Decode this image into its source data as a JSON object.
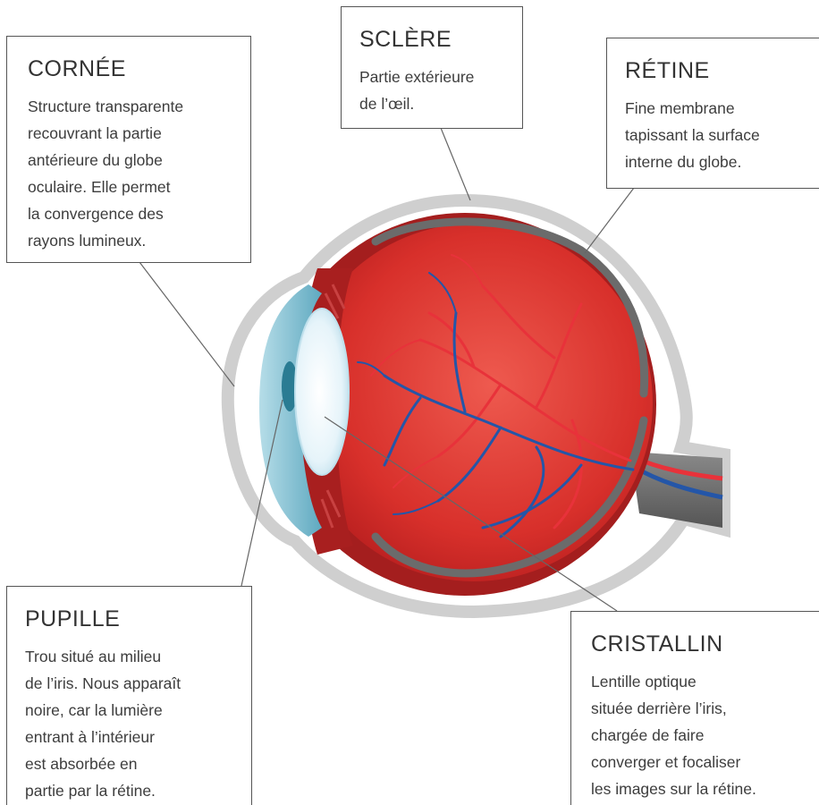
{
  "labels": {
    "cornee": {
      "title": "CORNÉE",
      "lines": [
        "Structure transparente",
        "recouvrant la partie",
        "antérieure du globe",
        "oculaire. Elle permet",
        "la convergence des",
        "rayons lumineux."
      ]
    },
    "sclere": {
      "title": "SCLÈRE",
      "lines": [
        "Partie extérieure",
        "de l’œil."
      ]
    },
    "retine": {
      "title": "RÉTINE",
      "lines": [
        "Fine membrane",
        "tapissant la surface",
        "interne du globe."
      ]
    },
    "pupille": {
      "title": "PUPILLE",
      "lines": [
        "Trou situé au milieu",
        "de l’iris. Nous apparaît",
        "noire, car la lumière",
        "entrant à l’intérieur",
        "est absorbée en",
        "partie par la rétine."
      ]
    },
    "cristallin": {
      "title": "CRISTALLIN",
      "lines": [
        "Lentille optique",
        "située derrière l’iris,",
        "chargée de faire",
        "converger et focaliser",
        "les images sur la rétine."
      ]
    }
  },
  "colors": {
    "sclera_outline": "#c8c8c8",
    "eye_red": "#d42a2a",
    "eye_dark_red": "#9c1c1c",
    "retina_gray": "#6e6e6e",
    "cornea_blue": "#8ec6d6",
    "pupil": "#2f7d93",
    "lens": "#e9f5fa",
    "artery": "#e8323a",
    "vein": "#2456a8"
  }
}
